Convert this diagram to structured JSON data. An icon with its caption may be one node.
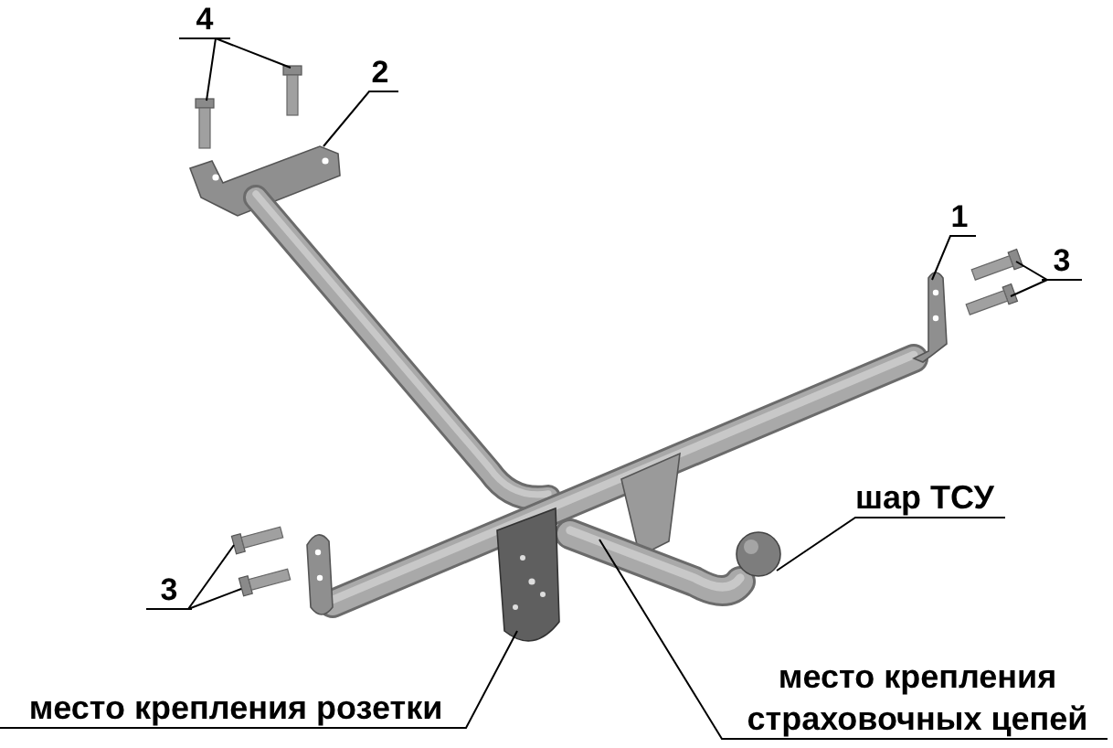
{
  "diagram": {
    "nodes": [
      {
        "text": [
          "4"
        ]
      },
      {
        "text": [
          "2"
        ]
      },
      {
        "text": [
          "1"
        ]
      },
      {
        "text": [
          "3"
        ]
      },
      {
        "text": [
          "шар ТСУ"
        ]
      },
      {
        "text": [
          "3"
        ]
      },
      {
        "text": [
          "место крепления розетки"
        ]
      },
      {
        "text": [
          "место крепления страховочных цепей"
        ]
      }
    ],
    "edges": [
      {
        "from": 0,
        "to": null,
        "arrow": "none"
      },
      {
        "from": 0,
        "to": null,
        "arrow": "none"
      },
      {
        "from": 1,
        "to": null,
        "arrow": "none"
      },
      {
        "from": 2,
        "to": null,
        "arrow": "none"
      },
      {
        "from": 3,
        "to": null,
        "arrow": "none"
      },
      {
        "from": 3,
        "to": null,
        "arrow": "none"
      },
      {
        "from": 4,
        "to": null,
        "arrow": "none"
      },
      {
        "from": 5,
        "to": null,
        "arrow": "none"
      },
      {
        "from": 5,
        "to": null,
        "arrow": "none"
      },
      {
        "from": 6,
        "to": null,
        "arrow": "none"
      },
      {
        "from": 7,
        "to": null,
        "arrow": "none"
      }
    ]
  }
}
